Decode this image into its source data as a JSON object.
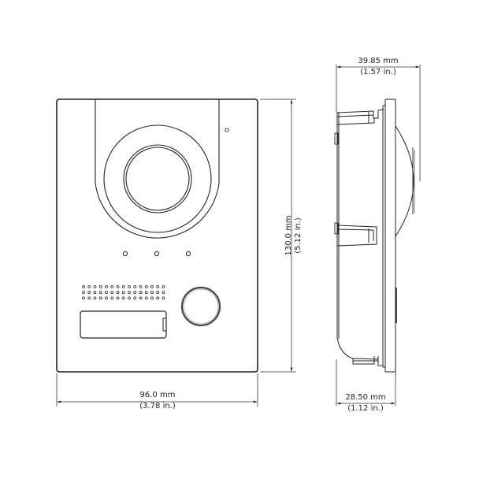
{
  "diagram": {
    "title": "Video door station dimension drawing",
    "views": [
      "front-view",
      "side-view"
    ],
    "line_color": "#222222",
    "background": "#ffffff"
  },
  "dimensions": {
    "width": {
      "mm": "96.0 mm",
      "in": "(3.78 in.)"
    },
    "height": {
      "mm": "130.0 mm",
      "in": "(5.12 in.)"
    },
    "depth_total": {
      "mm": "39.85 mm",
      "in": "(1.57 in.)"
    },
    "depth_body": {
      "mm": "28.50 mm",
      "in": "(1.12 in.)"
    }
  },
  "front_view": {
    "components": [
      "camera-lens",
      "indicator-led",
      "status-leds",
      "speaker-grille",
      "name-plate",
      "call-button"
    ],
    "status_led_count": 3,
    "speaker_grille": {
      "rows": 3,
      "cols": 15
    }
  },
  "side_view": {
    "components": [
      "mounting-box",
      "front-plate",
      "camera-dome"
    ]
  }
}
